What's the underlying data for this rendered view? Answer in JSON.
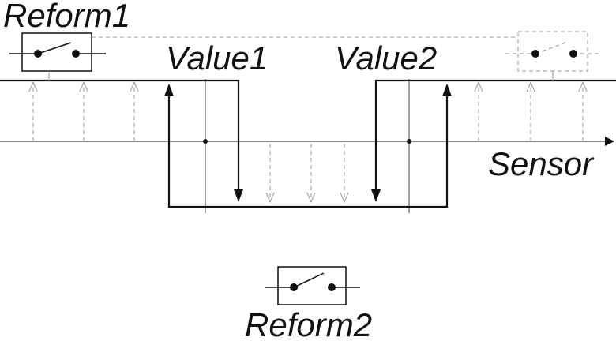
{
  "labels": {
    "reform1": "Reform1",
    "reform2": "Reform2",
    "value1": "Value1",
    "value2": "Value2",
    "sensor": "Sensor"
  },
  "colors": {
    "line": "#111111",
    "dashed": "#999999"
  }
}
